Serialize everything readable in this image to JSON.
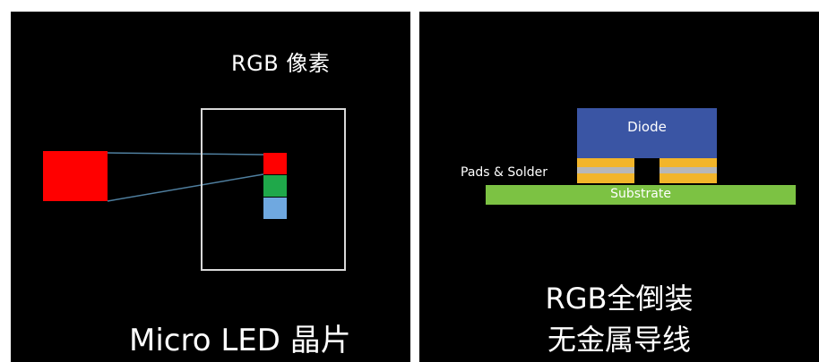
{
  "left": {
    "rgb_pixel_label": "RGB 像素",
    "chip_label": "Micro LED 晶片",
    "colors": {
      "red": "#ff0000",
      "green": "#1fa84a",
      "blue": "#6fa8e0",
      "frame": "#d9d9d9",
      "connector": "#4f7f9f"
    }
  },
  "right": {
    "diode_label": "Diode",
    "pads_label": "Pads & Solder",
    "substrate_label": "Substrate",
    "caption_line1": "RGB全倒装",
    "caption_line2": "无金属导线",
    "colors": {
      "diode": "#3a55a4",
      "pad": "#f2b52a",
      "solder": "#b7b7b7",
      "substrate": "#7cc243"
    }
  }
}
